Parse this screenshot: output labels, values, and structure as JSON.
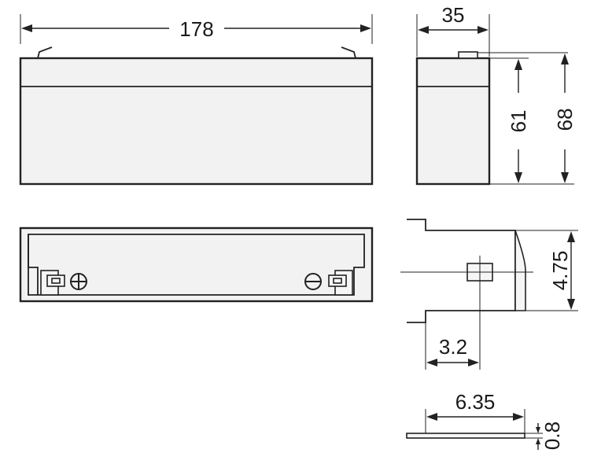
{
  "colors": {
    "line": "#222222",
    "body_fill": "#f2f2f2",
    "background": "#ffffff"
  },
  "dimensions": {
    "length": "178",
    "width": "35",
    "height_case": "61",
    "height_total": "68",
    "terminal_width": "4.75",
    "terminal_offset": "3.2",
    "terminal_length": "6.35",
    "terminal_thickness": "0.8"
  },
  "symbols": {
    "positive": "positive-terminal-icon",
    "negative": "negative-terminal-icon"
  }
}
